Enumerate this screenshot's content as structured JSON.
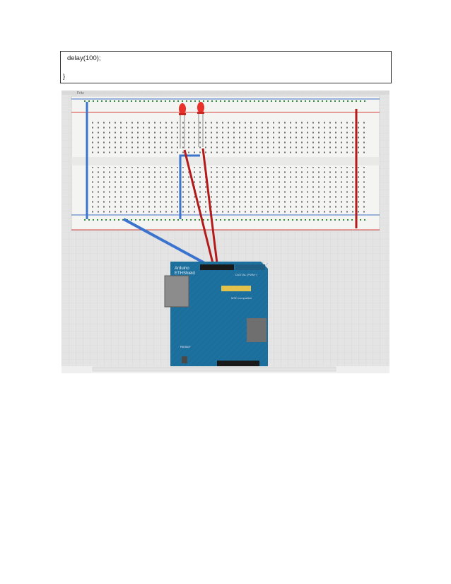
{
  "code": {
    "lines": [
      "delay(100);",
      "}"
    ]
  },
  "figure": {
    "board_label_1": "Arduino",
    "board_label_2": "ETHShield",
    "reset_label": "RESET",
    "chip_label": "MSD compatible",
    "pin_header_label": "DIGITAL (PWM~)",
    "tab_label": "Fritz",
    "colors": {
      "canvas": "#e4e4e4",
      "grid": "#d2d2d2",
      "breadboard": "#f4f4f2",
      "rail_red": "#d9443f",
      "rail_blue": "#3b6fc7",
      "wire_red": "#b31b1b",
      "wire_blue": "#3a74cf",
      "led": "#e8312b",
      "board": "#1c6f9c"
    }
  }
}
